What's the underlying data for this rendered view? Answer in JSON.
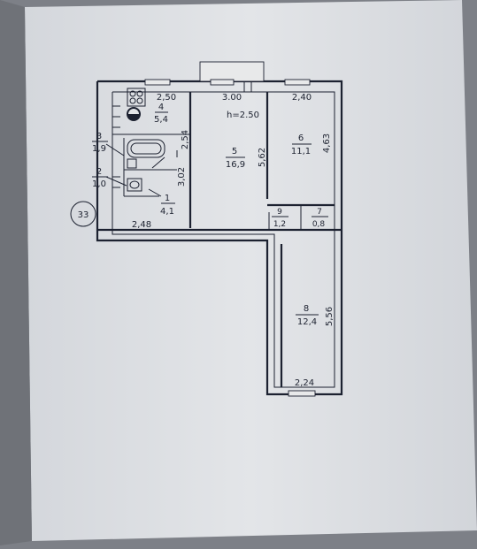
{
  "plan": {
    "apartment_number": "33",
    "ceiling_height": "h=2.50",
    "rooms": [
      {
        "id": "1",
        "number": "1",
        "area": "4,1"
      },
      {
        "id": "2",
        "number": "2",
        "area": "1,0"
      },
      {
        "id": "3",
        "number": "3",
        "area": "1,9"
      },
      {
        "id": "4",
        "number": "4",
        "area": "5,4"
      },
      {
        "id": "5",
        "number": "5",
        "area": "16,9"
      },
      {
        "id": "6",
        "number": "6",
        "area": "11,1"
      },
      {
        "id": "7",
        "number": "7",
        "area": "0,8"
      },
      {
        "id": "8",
        "number": "8",
        "area": "12,4"
      },
      {
        "id": "9",
        "number": "9",
        "area": "1,2"
      }
    ],
    "dimensions": {
      "kitchen_width": "2,50",
      "living_width": "3.00",
      "bedroom6_width": "2,40",
      "bedroom6_length": "4,63",
      "living_length": "5,62",
      "bath_length": "2,54",
      "hall_length": "3,02",
      "hall_width": "2,48",
      "bedroom8_length": "5,56",
      "bedroom8_width": "2,24"
    }
  }
}
